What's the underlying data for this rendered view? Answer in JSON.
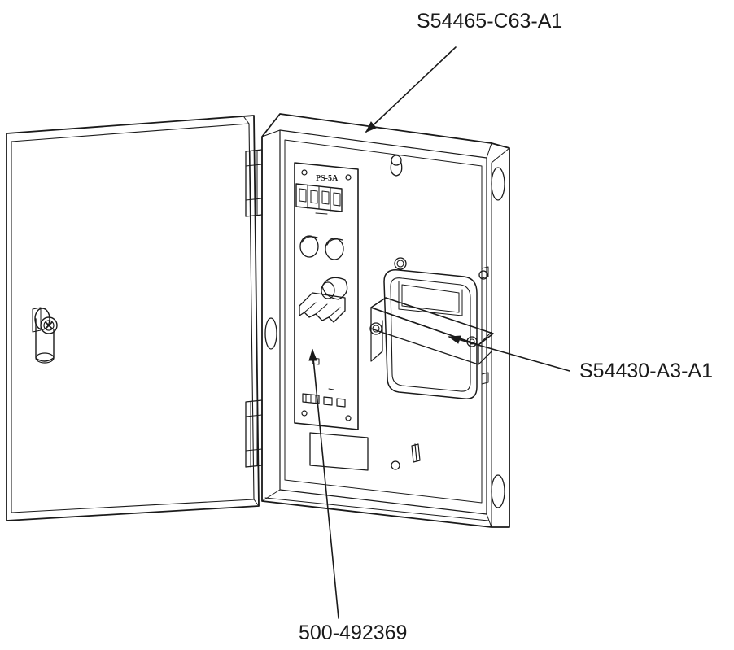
{
  "callouts": {
    "enclosure_part_number": "S54465-C63-A1",
    "transformer_part_number": "S54430-A3-A1",
    "power_supply_board_part_number": "500-492369"
  },
  "board": {
    "silkscreen_title": "PS-5A"
  },
  "colors": {
    "line": "#1a1a1a",
    "background": "#ffffff"
  }
}
